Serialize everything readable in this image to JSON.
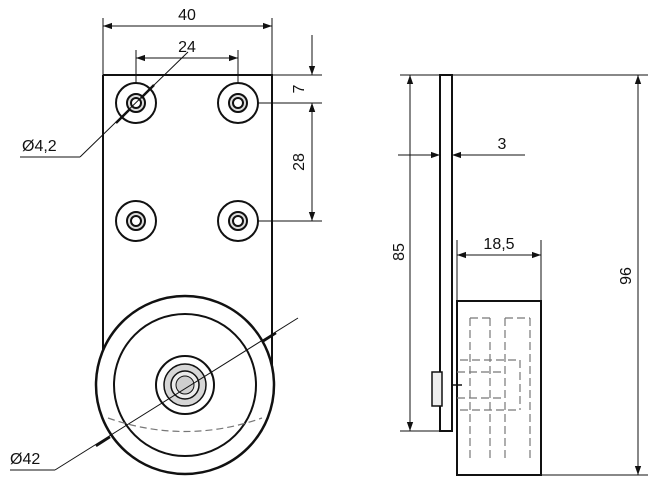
{
  "drawing": {
    "front_view": {
      "width_label": "40",
      "hole_spacing_label": "24",
      "top_offset_label": "7",
      "vertical_spacing_label": "28",
      "hole_diameter_label": "Ø4,2",
      "wheel_diameter_label": "Ø42"
    },
    "side_view": {
      "plate_thickness_label": "3",
      "wheel_width_label": "18,5",
      "plate_height_label": "85",
      "overall_height_label": "96"
    },
    "colors": {
      "line": "#111111",
      "hidden_line": "#777777",
      "shading": "#cccccc"
    }
  }
}
